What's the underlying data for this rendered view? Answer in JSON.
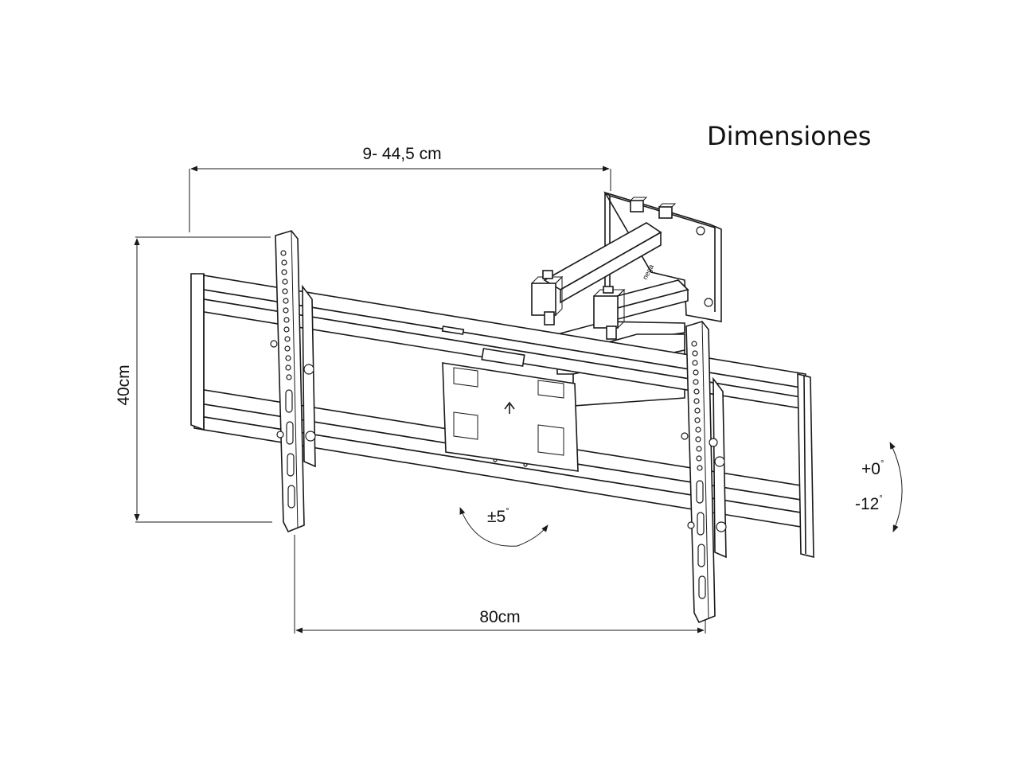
{
  "title": "Dimensiones",
  "dimensions": {
    "depth": "9- 44,5 cm",
    "height": "40cm",
    "width": "80cm"
  },
  "angles": {
    "swivel": "±5",
    "tilt_up": "+0",
    "tilt_down": "-12"
  },
  "degree_symbol": "°",
  "colors": {
    "line": "#1a1a1a",
    "background": "#ffffff"
  }
}
